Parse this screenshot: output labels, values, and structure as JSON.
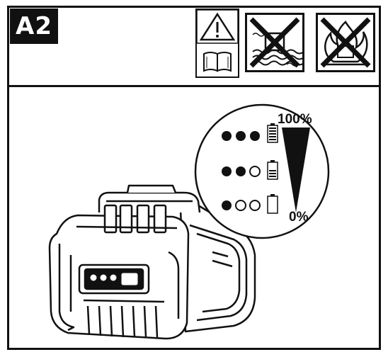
{
  "header": {
    "section_label": "A2"
  },
  "icons": {
    "warning": "warning-read-manual-icon",
    "water": "no-water-icon",
    "fire": "no-fire-icon"
  },
  "charge_indicator": {
    "max_label": "100%",
    "min_label": "0%",
    "levels": [
      {
        "filled_dots": 3,
        "total_dots": 3
      },
      {
        "filled_dots": 2,
        "total_dots": 3
      },
      {
        "filled_dots": 1,
        "total_dots": 3
      }
    ]
  },
  "colors": {
    "ink": "#111111",
    "paper": "#ffffff"
  }
}
